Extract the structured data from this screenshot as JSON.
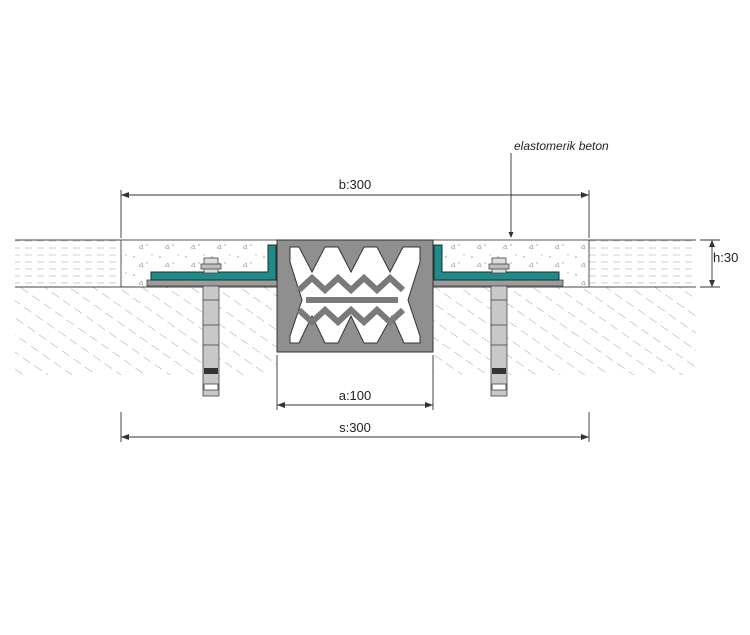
{
  "annotation": {
    "label": "elastomerik beton"
  },
  "dimensions": {
    "b_label": "b:300",
    "h_label": "h:30",
    "a_label": "a:100",
    "s_label": "s:300"
  },
  "colors": {
    "elastomer": "#1f8a8a",
    "profile": "#8f8f8f",
    "anchor": "#c8c8c8"
  }
}
